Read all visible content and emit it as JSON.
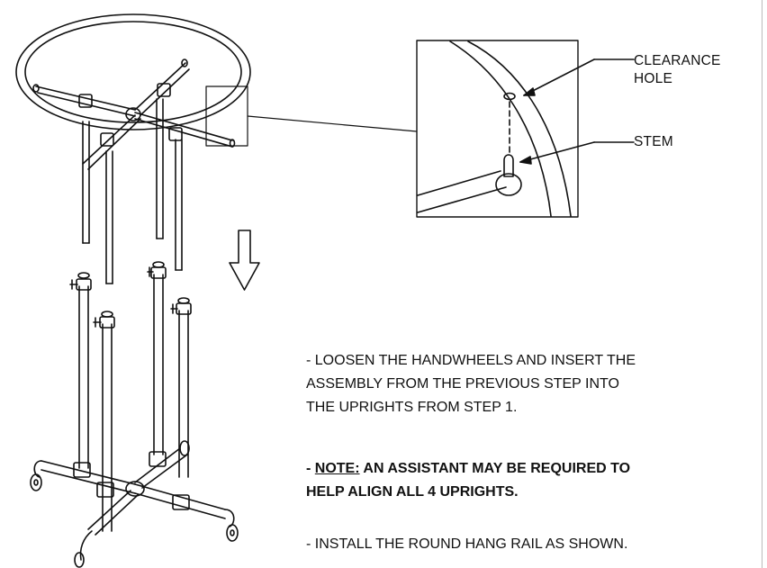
{
  "callouts": {
    "clearance_line1": "CLEARANCE",
    "clearance_line2": "HOLE",
    "stem": "STEM"
  },
  "instructions": {
    "step_a_lines": [
      "- LOOSEN THE HANDWHEELS AND INSERT THE",
      "ASSEMBLY FROM THE PREVIOUS STEP INTO",
      "THE UPRIGHTS FROM STEP 1."
    ],
    "note_prefix": "- ",
    "note_label": "NOTE:",
    "note_line1_rest": " AN ASSISTANT MAY BE REQUIRED TO",
    "note_line2": "HELP ALIGN ALL 4 UPRIGHTS.",
    "step_b": "- INSTALL THE ROUND HANG RAIL AS SHOWN."
  }
}
